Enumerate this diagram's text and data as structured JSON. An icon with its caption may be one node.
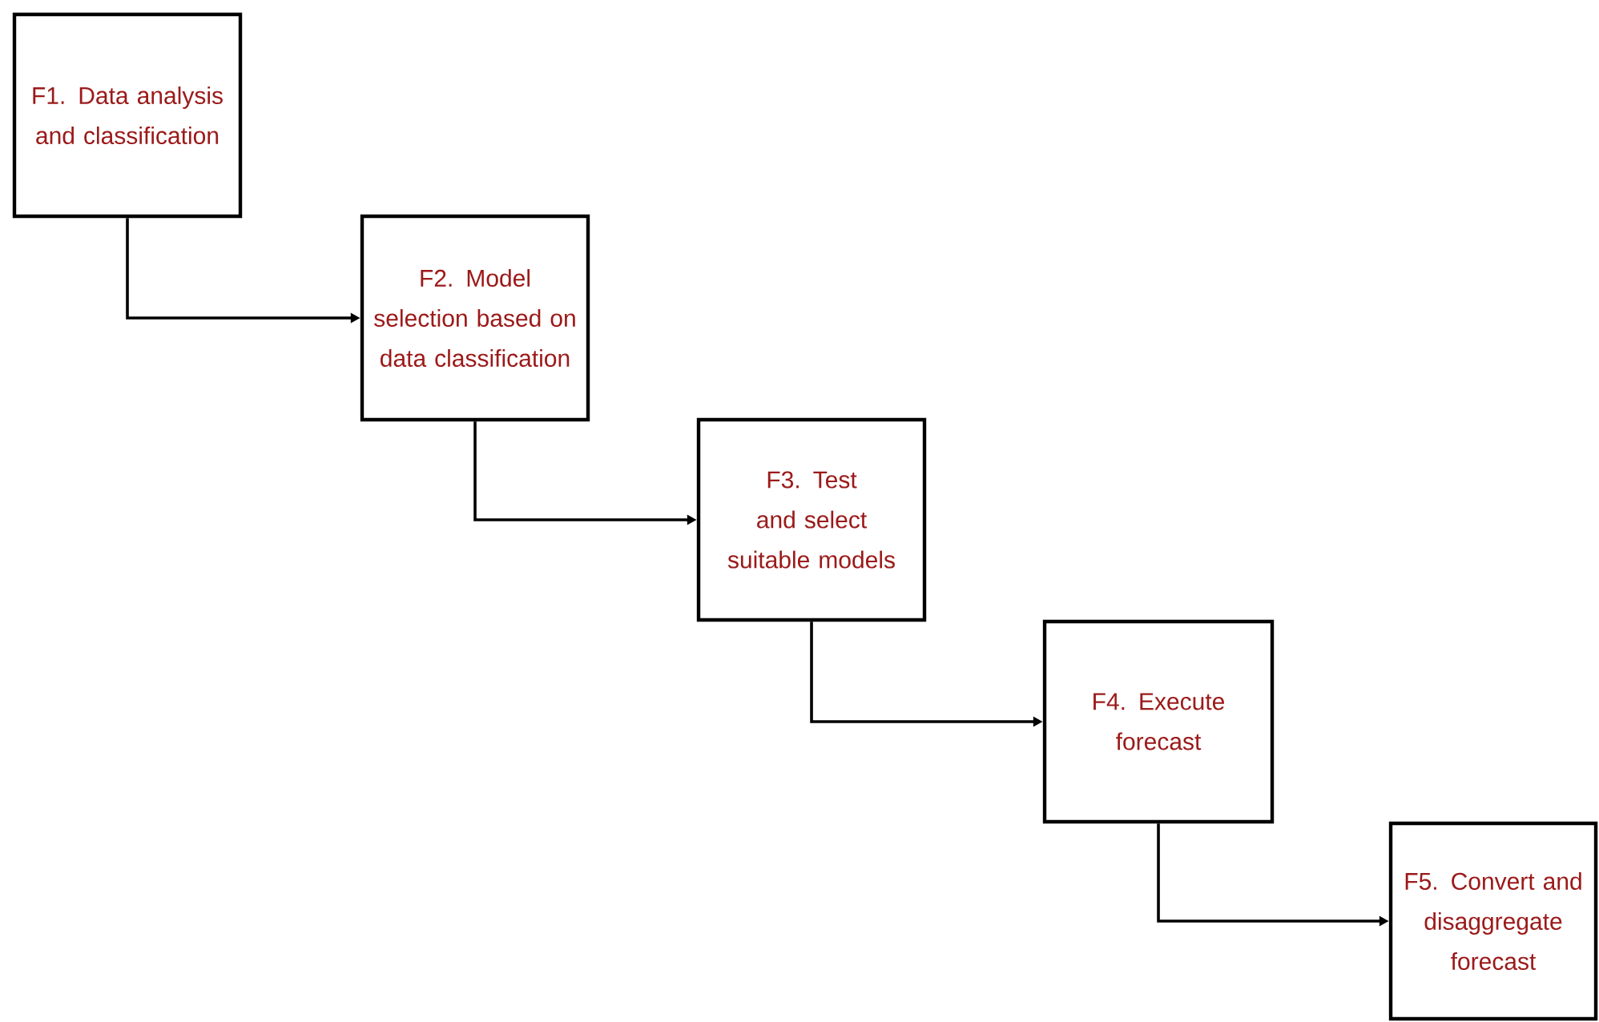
{
  "diagram": {
    "nodes": [
      {
        "text": [
          "F1. Data analysis and classification"
        ]
      },
      {
        "text": [
          "F2. Model selection based on data classification"
        ]
      },
      {
        "text": [
          "F3. Test and select suitable models"
        ]
      },
      {
        "text": [
          "F4. Execute forecast"
        ]
      },
      {
        "text": [
          "F5. Convert and disaggregate forecast"
        ]
      }
    ],
    "edges": [
      {
        "from": 0,
        "to": 1,
        "arrow": "to"
      },
      {
        "from": 1,
        "to": 2,
        "arrow": "to"
      },
      {
        "from": 2,
        "to": 3,
        "arrow": "to"
      },
      {
        "from": 3,
        "to": 4,
        "arrow": "to"
      }
    ]
  }
}
